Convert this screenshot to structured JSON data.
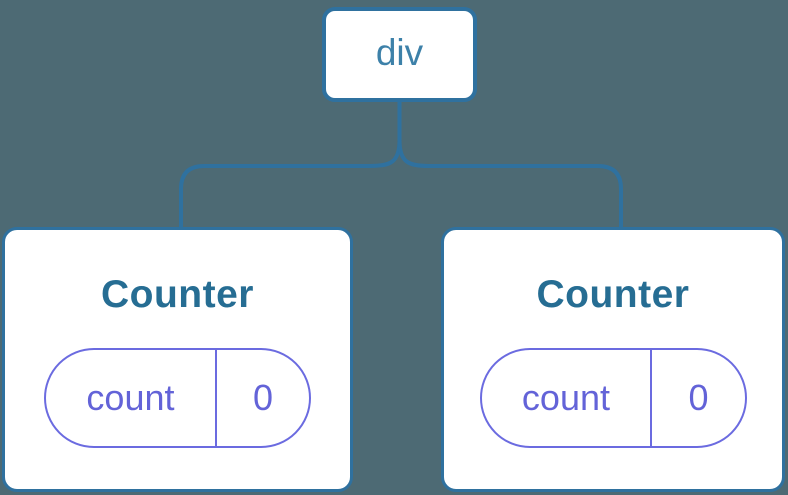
{
  "diagram": {
    "description": "Component tree: a div root node with two Counter child components, each holding state count = 0",
    "root": {
      "label": "div"
    },
    "children": [
      {
        "title": "Counter",
        "state": {
          "key": "count",
          "value": "0"
        }
      },
      {
        "title": "Counter",
        "state": {
          "key": "count",
          "value": "0"
        }
      }
    ]
  },
  "colors": {
    "background": "#4d6a74",
    "node_fill": "#ffffff",
    "node_border": "#2f719f",
    "connector": "#2f719f",
    "root_label_text": "#3d81a9",
    "component_title_text": "#266d93",
    "state_pill_border": "#6b6be0",
    "state_pill_text": "#6363d8"
  }
}
